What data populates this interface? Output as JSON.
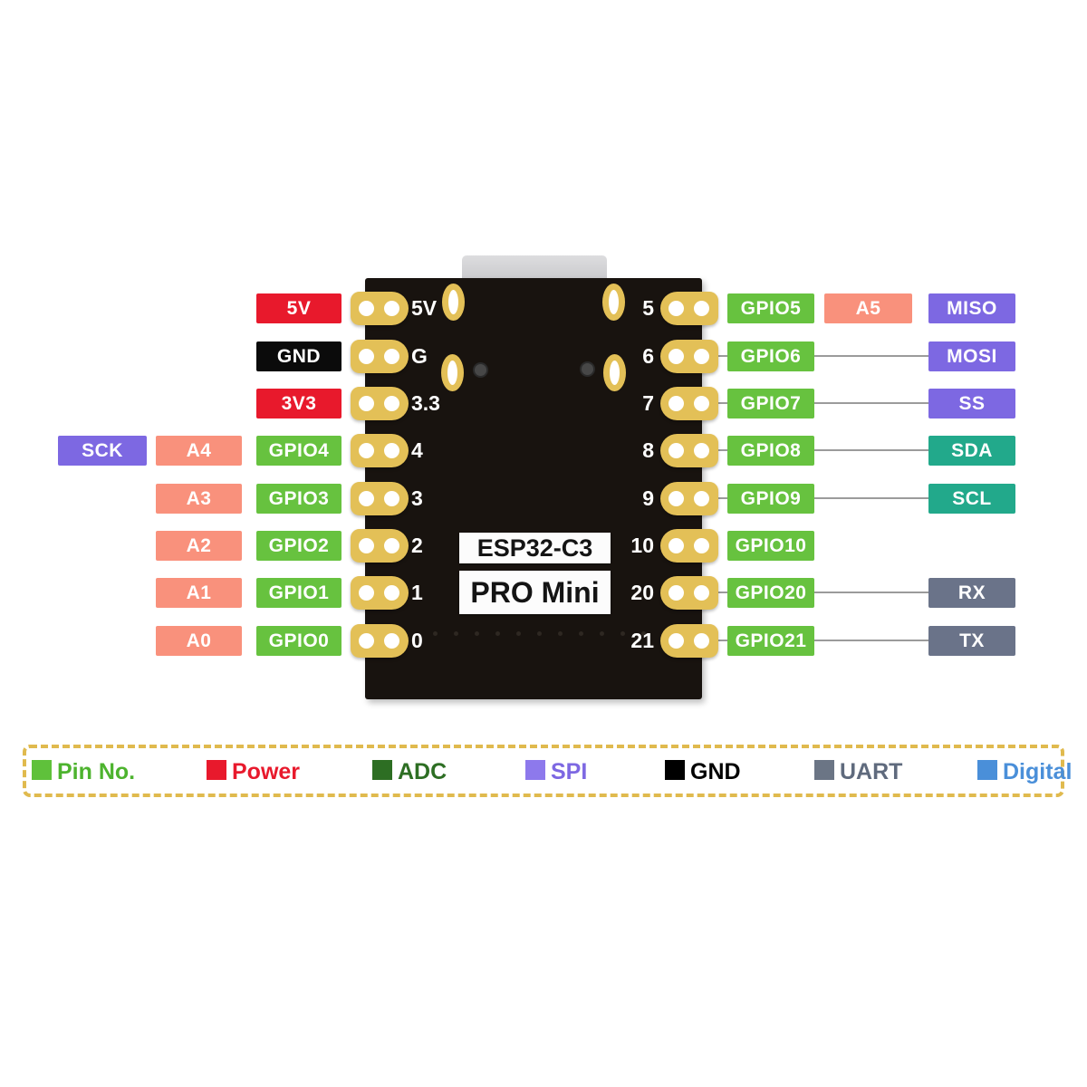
{
  "board": {
    "chip_line1": "ESP32-C3",
    "chip_line2": "PRO Mini",
    "usb_connector": "usb-port"
  },
  "left_rows": [
    {
      "pad_label": "5V",
      "primary": "5V",
      "primary_type": "power"
    },
    {
      "pad_label": "G",
      "primary": "GND",
      "primary_type": "ground"
    },
    {
      "pad_label": "3.3",
      "primary": "3V3",
      "primary_type": "power"
    },
    {
      "pad_label": "4",
      "primary": "GPIO4",
      "primary_type": "pin",
      "analog": "A4",
      "func": "SCK",
      "func_type": "spi"
    },
    {
      "pad_label": "3",
      "primary": "GPIO3",
      "primary_type": "pin",
      "analog": "A3"
    },
    {
      "pad_label": "2",
      "primary": "GPIO2",
      "primary_type": "pin",
      "analog": "A2"
    },
    {
      "pad_label": "1",
      "primary": "GPIO1",
      "primary_type": "pin",
      "analog": "A1"
    },
    {
      "pad_label": "0",
      "primary": "GPIO0",
      "primary_type": "pin",
      "analog": "A0"
    }
  ],
  "right_rows": [
    {
      "pad_label": "5",
      "primary": "GPIO5",
      "primary_type": "pin",
      "analog": "A5",
      "func": "MISO",
      "func_type": "spi"
    },
    {
      "pad_label": "6",
      "primary": "GPIO6",
      "primary_type": "pin",
      "func": "MOSI",
      "func_type": "spi"
    },
    {
      "pad_label": "7",
      "primary": "GPIO7",
      "primary_type": "pin",
      "func": "SS",
      "func_type": "spi"
    },
    {
      "pad_label": "8",
      "primary": "GPIO8",
      "primary_type": "pin",
      "func": "SDA",
      "func_type": "i2c"
    },
    {
      "pad_label": "9",
      "primary": "GPIO9",
      "primary_type": "pin",
      "func": "SCL",
      "func_type": "i2c"
    },
    {
      "pad_label": "10",
      "primary": "GPIO10",
      "primary_type": "pin"
    },
    {
      "pad_label": "20",
      "primary": "GPIO20",
      "primary_type": "pin",
      "func": "RX",
      "func_type": "uart"
    },
    {
      "pad_label": "21",
      "primary": "GPIO21",
      "primary_type": "pin",
      "func": "TX",
      "func_type": "uart"
    }
  ],
  "legend": {
    "items": [
      {
        "label": "Pin No.",
        "color": "#4db32e"
      },
      {
        "label": "Power",
        "color": "#e8192c"
      },
      {
        "label": "ADC",
        "color": "#2d6e23"
      },
      {
        "label": "SPI",
        "color": "#7d68e2"
      },
      {
        "label": "GND",
        "color": "#000000"
      },
      {
        "label": "UART",
        "color": "#6b7585"
      },
      {
        "label": "Digital",
        "color": "#4a8fd9"
      }
    ]
  },
  "colors": {
    "pin_green": "#67c23f",
    "power_red": "#e8192c",
    "gnd_black": "#0b0b0b",
    "analog_salmon": "#f9917c",
    "spi_purple": "#7d68e2",
    "i2c_teal": "#22a98b",
    "uart_slate": "#6a7389",
    "pad_gold": "#e3c057",
    "board_black": "#18130f",
    "legend_dash_gold": "#e0ba4e"
  }
}
